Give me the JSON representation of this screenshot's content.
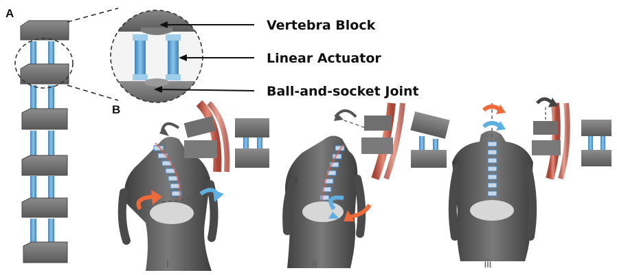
{
  "panels": {
    "a": "A",
    "b": "B"
  },
  "callouts": [
    {
      "label": "Vertebra Block"
    },
    {
      "label": "Linear Actuator"
    },
    {
      "label": "Ball-and-socket Joint"
    }
  ],
  "sublabels": [
    "i",
    "ii",
    "iii"
  ],
  "colors": {
    "block": "#6f6f6f",
    "actuator": "#4f9bd2",
    "muscle": "#c95c4c",
    "rotation_orange": "#ee6a3a",
    "rotation_blue": "#5fb0e0",
    "rotation_dark": "#444444",
    "body": "#5b5b5b"
  }
}
